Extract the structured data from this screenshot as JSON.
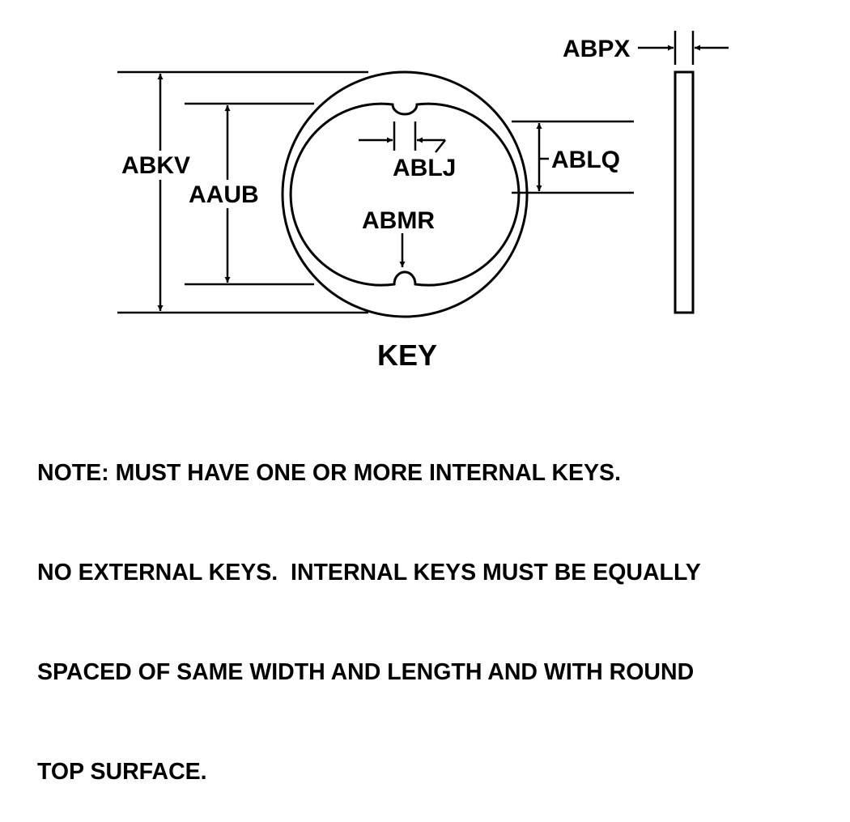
{
  "labels": {
    "abkv": "ABKV",
    "aaub": "AAUB",
    "ablj": "ABLJ",
    "ablq": "ABLQ",
    "abmr": "ABMR",
    "abpx": "ABPX"
  },
  "caption": "KEY",
  "note": {
    "lines": [
      "NOTE: MUST HAVE ONE OR MORE INTERNAL KEYS.",
      "NO EXTERNAL KEYS.  INTERNAL KEYS MUST BE EQUALLY",
      "SPACED OF SAME WIDTH AND LENGTH AND WITH ROUND",
      "TOP SURFACE."
    ]
  },
  "colors": {
    "line": "#000000",
    "background": "#ffffff"
  }
}
